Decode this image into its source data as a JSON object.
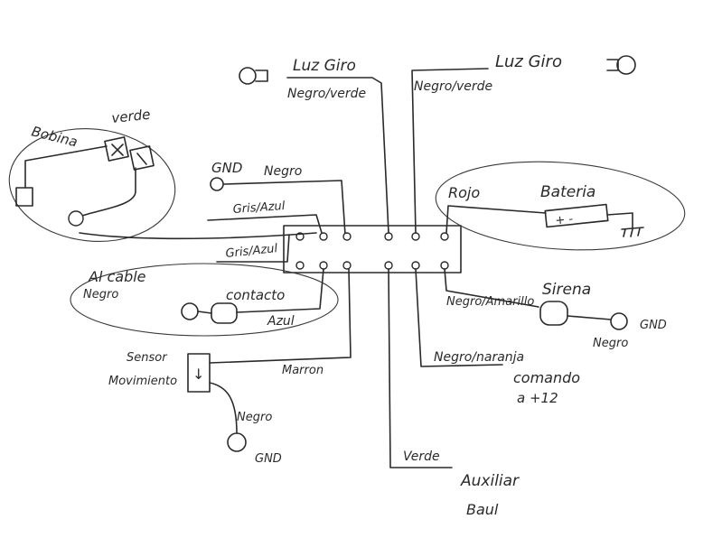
{
  "diagram": {
    "labels": {
      "luz_giro_left": "Luz Giro",
      "luz_giro_right": "Luz Giro",
      "negro_verde_left": "Negro/verde",
      "negro_verde_right": "Negro/verde",
      "bobina_top": "Bobina",
      "verde_top": "verde",
      "gnd_top": "GND",
      "negro_top": "Negro",
      "gris_azul_top": "Gris/Azul",
      "gris_azul_left": "Gris/Azul",
      "rojo": "Rojo",
      "bateria": "Bateria",
      "al_cable": "Al cable",
      "negro_al_cable": "Negro",
      "contacto": "contacto",
      "azul": "Azul",
      "sirena": "Sirena",
      "negro_amarillo": "Negro/Amarillo",
      "gnd_sirena": "GND",
      "negro_sirena": "Negro",
      "negro_naranja": "Negro/naranja",
      "comando": "comando",
      "mas12": "a +12",
      "sensor": "Sensor",
      "movimiento": "Movimiento",
      "marron": "Marron",
      "negro_sensor": "Negro",
      "gnd_sensor": "GND",
      "verde_bottom": "Verde",
      "auxiliar": "Auxiliar",
      "baul": "Baul"
    }
  }
}
